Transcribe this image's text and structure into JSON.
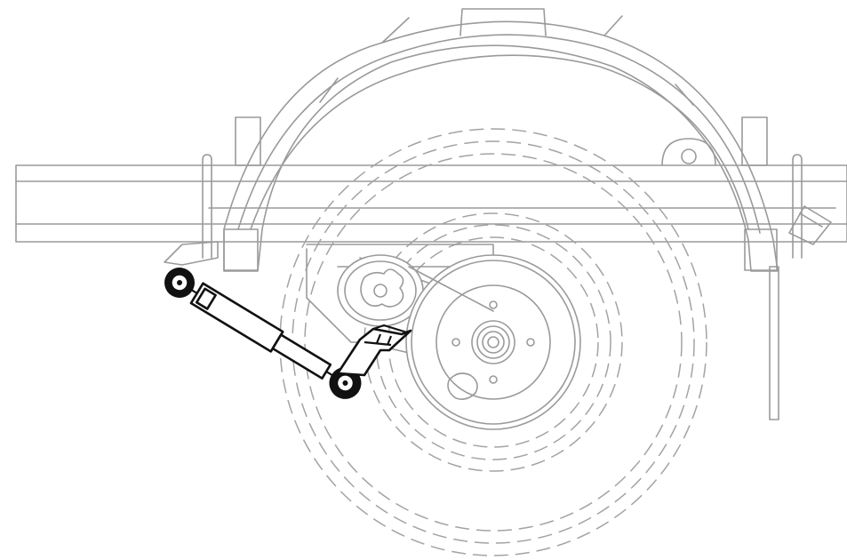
{
  "colors": {
    "background": "#ffffff",
    "frame_line": "#9a9a9a",
    "tire_dash": "#a3a3a3",
    "shock_absorber": "#111111"
  },
  "parts": [
    "frame-rail",
    "wheel-fender",
    "tire-outline",
    "wheel-hub",
    "leaf-spring-eye",
    "shock-absorber",
    "shock-mount-bracket"
  ]
}
